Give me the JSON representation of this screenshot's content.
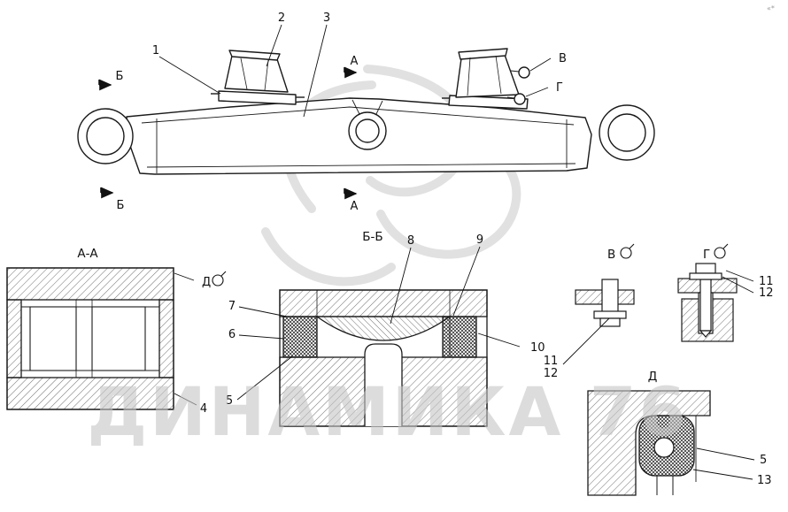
{
  "watermark": {
    "text": "ДИНАМИКА 76"
  },
  "corner_mark": "«*",
  "main_view": {
    "callout_1": "1",
    "callout_2": "2",
    "callout_3": "3",
    "callout_v": "В",
    "callout_g": "Г",
    "mark_b_top": "Б",
    "mark_b_bottom": "Б",
    "mark_a_top": "А",
    "mark_a_bottom": "А"
  },
  "section_aa": {
    "title": "А-А",
    "detail_mark": "Д",
    "callout_4": "4"
  },
  "section_bb": {
    "title": "Б-Б",
    "callout_5": "5",
    "callout_6": "6",
    "callout_7": "7",
    "callout_8": "8",
    "callout_9": "9",
    "callout_10": "10"
  },
  "view_v": {
    "title": "В",
    "callout_11": "11",
    "callout_12": "12"
  },
  "view_g": {
    "title": "Г",
    "callout_11": "11",
    "callout_12": "12"
  },
  "detail_d": {
    "title": "Д",
    "callout_5": "5",
    "callout_13": "13"
  }
}
